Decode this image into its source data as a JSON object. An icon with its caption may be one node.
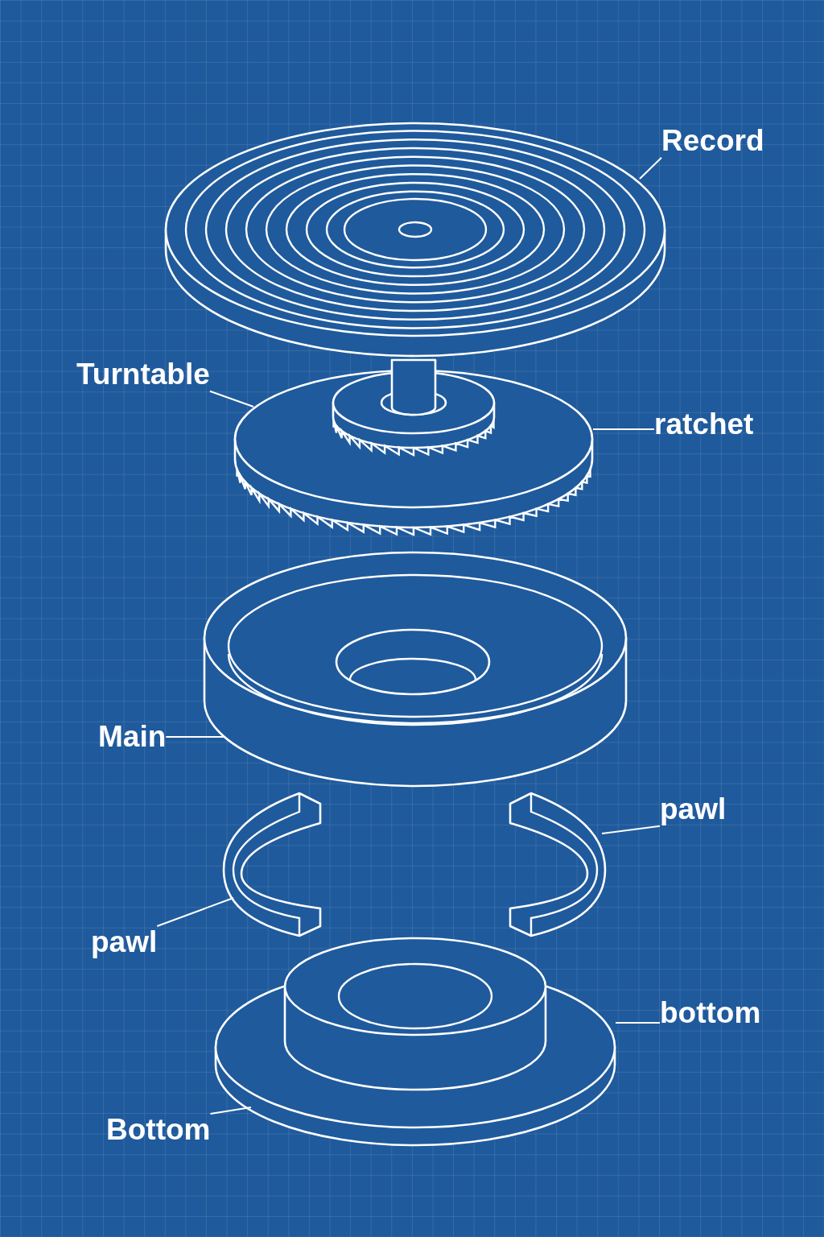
{
  "diagram": {
    "nodes": [
      {
        "text": [
          "Record"
        ]
      },
      {
        "text": [],
        "shape": "picture"
      },
      {
        "text": [
          "Turntable"
        ]
      },
      {
        "text": [],
        "shape": "picture"
      },
      {
        "text": [
          "ratchet"
        ]
      },
      {
        "text": [
          "Main"
        ]
      },
      {
        "text": [],
        "shape": "picture"
      },
      {
        "text": [],
        "shape": "picture"
      },
      {
        "text": [
          "pawl"
        ]
      },
      {
        "text": [],
        "shape": "picture"
      },
      {
        "text": [
          "pawl"
        ]
      },
      {
        "text": [
          "bottom"
        ]
      },
      {
        "text": [],
        "shape": "picture"
      },
      {
        "text": [
          "Bottom"
        ]
      }
    ],
    "edges": [
      {
        "from": 0,
        "to": 1,
        "arrow": "none"
      },
      {
        "from": 2,
        "to": 3,
        "arrow": "none"
      },
      {
        "from": 4,
        "to": 3,
        "arrow": "none"
      },
      {
        "from": 5,
        "to": 6,
        "arrow": "none"
      },
      {
        "from": 8,
        "to": 9,
        "arrow": "none"
      },
      {
        "from": 10,
        "to": 7,
        "arrow": "none"
      },
      {
        "from": 11,
        "to": 12,
        "arrow": "none"
      },
      {
        "from": 13,
        "to": 12,
        "arrow": "none"
      }
    ]
  }
}
